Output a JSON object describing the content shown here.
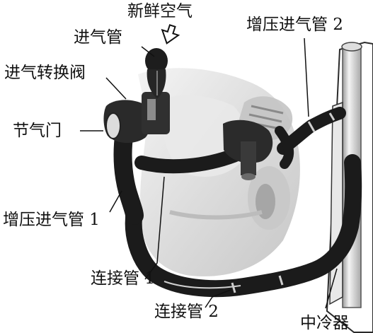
{
  "figure": {
    "labels": {
      "fresh_air": "新鲜空气",
      "intake_pipe": "进气管",
      "intake_switch_valve": "进气转换阀",
      "throttle": "节气门",
      "boost_intake_pipe_1": "增压进气管 1",
      "connecting_pipe_1": "连接管 1",
      "connecting_pipe_2": "连接管 2",
      "boost_intake_pipe_2": "增压进气管 2",
      "intercooler": "中冷器"
    },
    "colors": {
      "hose": "#1b1b1b",
      "engine_body": "#d9d9d9",
      "leader_line": "#111111"
    }
  }
}
